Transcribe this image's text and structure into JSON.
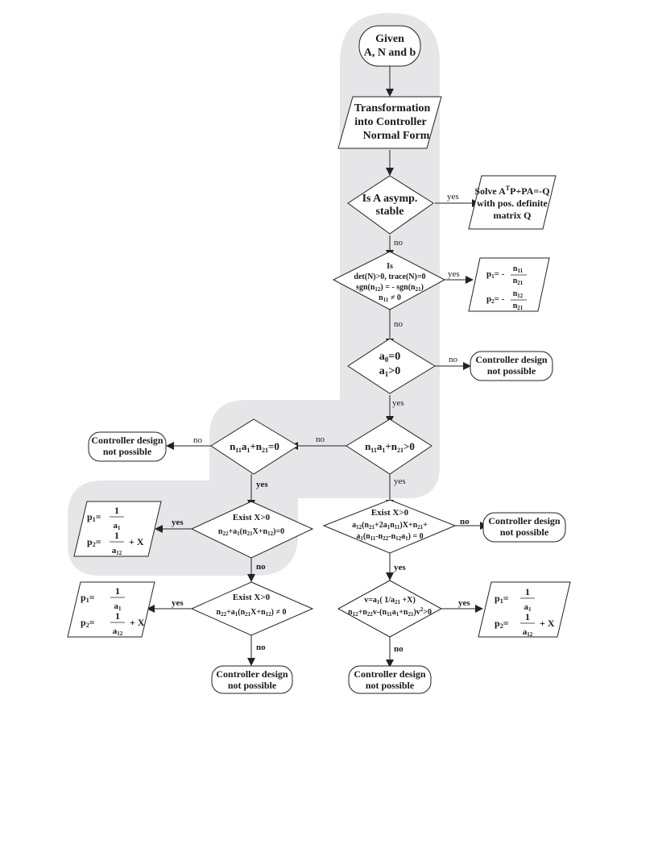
{
  "colors": {
    "shade": "#e6e6e8",
    "stroke": "#222222",
    "text": "#1a1a1a"
  },
  "start": {
    "line1": "Given",
    "line2": "A, N and b"
  },
  "transform": {
    "line1": "Transformation",
    "line2": "into Controller",
    "line3": "Normal Form"
  },
  "d1": {
    "line1": "Is A asymp.",
    "line2": "stable"
  },
  "lyap": {
    "l1a": "Solve A",
    "l1sup": "T",
    "l1b": "P+PA=-Q",
    "line2": "with pos. definite",
    "line3": "matrix Q"
  },
  "d2": {
    "line1": "Is",
    "line2": "det(N)>0, trace(N)=0",
    "line3a": "sgn(n",
    "line3s1": "12",
    "line3b": ") = - sgn(n",
    "line3s2": "21",
    "line3c": ")",
    "line4a": "n",
    "line4s": "11",
    "line4b": " ≠ 0"
  },
  "res2": {
    "p1": "p",
    "p1s": "1",
    "eq1": "= -",
    "n1": "n",
    "n1s": "11",
    "d1": "n",
    "d1s": "21",
    "p2": "p",
    "p2s": "2",
    "eq2": "= -",
    "n2": "n",
    "n2s": "12",
    "d2": "n",
    "d2s": "21"
  },
  "d3": {
    "l1a": "a",
    "l1s": "0",
    "l1b": "=0",
    "l2a": "a",
    "l2s": "1",
    "l2b": ">0"
  },
  "np": {
    "line1": "Controller design",
    "line2": "not possible"
  },
  "d4": {
    "a": "n",
    "as": "11",
    "b": "a",
    "bs": "1",
    "c": "+n",
    "cs": "21",
    "d": ">0"
  },
  "d5": {
    "a": "n",
    "as": "11",
    "b": "a",
    "bs": "1",
    "c": "+n",
    "cs": "21",
    "d": "=0"
  },
  "d6": {
    "line1": "Exist X>0",
    "l2": [
      "a",
      "12",
      "(n",
      "21",
      "+2a",
      "1",
      "n",
      "11",
      ")X+n",
      "21",
      "+"
    ],
    "l3": [
      "a",
      "1",
      "(n",
      "11",
      "-n",
      "22",
      "-n",
      "12",
      "a",
      "1",
      ") = 0"
    ]
  },
  "d7": {
    "line1": "Exist X>0",
    "l2": [
      "n",
      "22",
      "+a",
      "1",
      "(n",
      "21",
      "X+n",
      "12",
      ")=0"
    ]
  },
  "d8": {
    "line1": "Exist X>0",
    "l2": [
      "n",
      "22",
      "+a",
      "1",
      "(n",
      "21",
      "X+n",
      "12",
      ") ≠ 0"
    ]
  },
  "d9": {
    "l1": [
      "v=a",
      "1",
      "( 1/a",
      "21",
      " +X)"
    ],
    "l2": [
      "n",
      "12",
      "+n",
      "22",
      "v-(n",
      "11",
      "a",
      "1",
      "+n",
      "21",
      ")v",
      "2",
      ">0"
    ]
  },
  "resX": {
    "p1": "p",
    "p1s": "1",
    "eq": "=",
    "one": "1",
    "a1": "a",
    "a1s": "1",
    "p2": "p",
    "p2s": "2",
    "a2": "a",
    "a2s": "12",
    "plus": "+ X"
  },
  "labels": {
    "yes": "yes",
    "no": "no"
  }
}
